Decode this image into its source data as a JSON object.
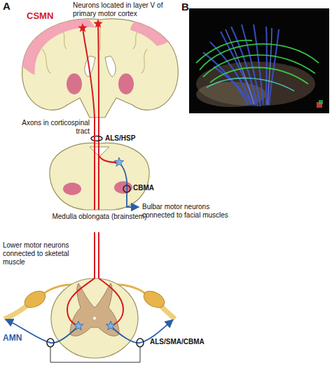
{
  "diagram": {
    "nodes": [
      {
        "text": [
          "CSMN",
          "Neurons located in layer V of primary motor cortex"
        ]
      },
      {
        "text": [
          "Medulla oblongata (brainstem)"
        ]
      },
      {
        "text": [
          "AMN"
        ]
      }
    ],
    "edges": [
      {
        "from": 0,
        "to": 1,
        "arrow": "none"
      },
      {
        "from": 1,
        "to": 2,
        "arrow": "none"
      }
    ],
    "labels": [
      "A",
      "B",
      "Axons in corticospinal tract",
      "ALS/HSP",
      "CBMA",
      "Bulbar motor neurons connected to facial muscles",
      "Lower motor neurons connected to sketetal muscle",
      "ALS/SMA/CBMA"
    ]
  }
}
